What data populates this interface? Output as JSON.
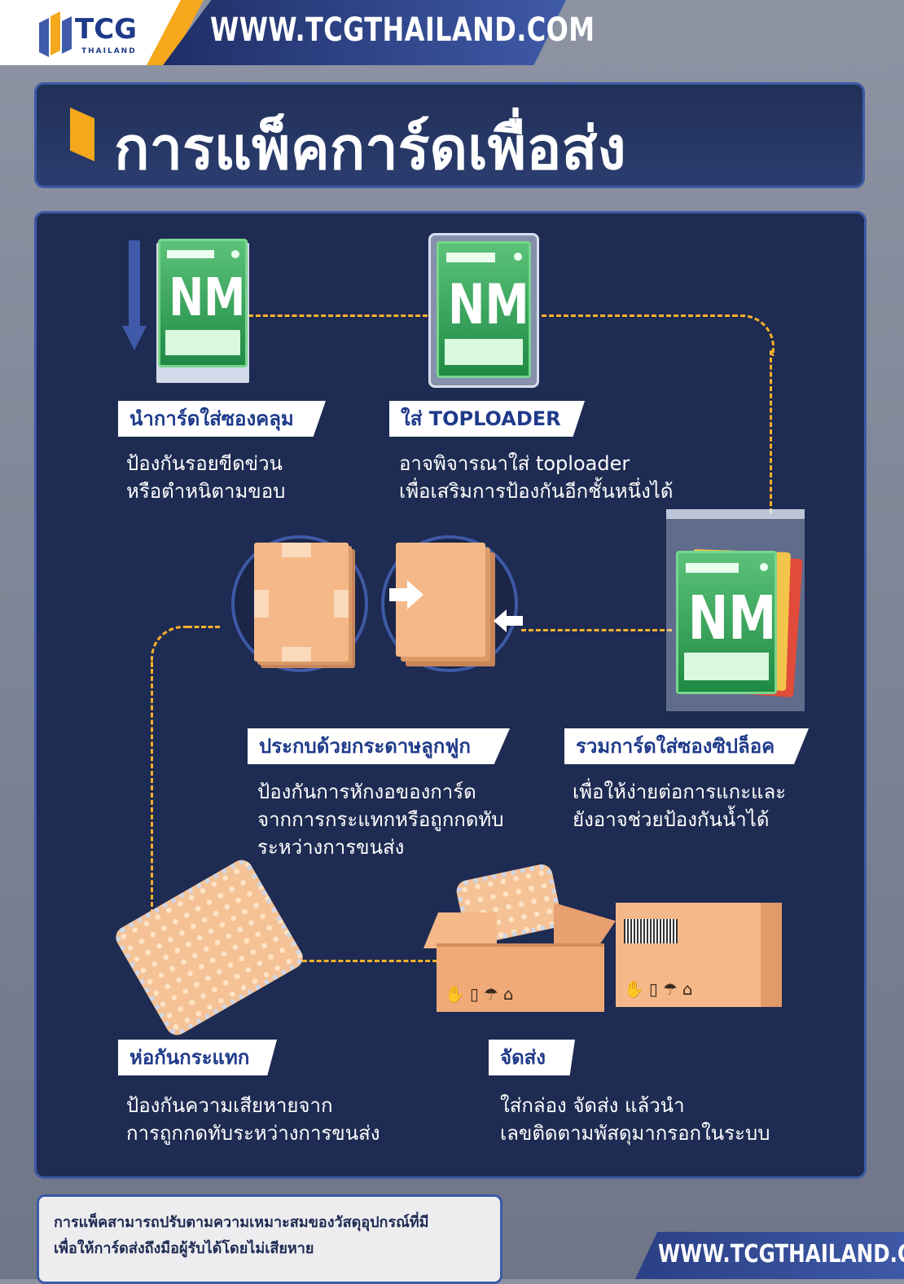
{
  "header": {
    "logo": "TCG",
    "logo_sub": "THAILAND",
    "url": "WWW.TCGTHAILAND.COM"
  },
  "title": "การแพ็คการ์ดเพื่อส่ง",
  "card_text": "NM",
  "steps": [
    {
      "label": "นำการ์ดใส่ซองคลุม",
      "lines": [
        "ป้องกันรอยขีดข่วน",
        "หรือตำหนิตามขอบ"
      ]
    },
    {
      "label": "ใส่ TOPLOADER",
      "lines": [
        "อาจพิจารณาใส่ toploader",
        "เพื่อเสริมการป้องกันอีกชั้นหนึ่งได้"
      ]
    },
    {
      "label": "ประกบด้วยกระดาษลูกฟูก",
      "lines": [
        "ป้องกันการหักงอของการ์ด",
        "จากการกระแทกหรือถูกกดทับ",
        "ระหว่างการขนส่ง"
      ]
    },
    {
      "label": "รวมการ์ดใส่ซองซิปล็อค",
      "lines": [
        "เพื่อให้ง่ายต่อการแกะและ",
        "ยังอาจช่วยป้องกันน้ำได้"
      ]
    },
    {
      "label": "ห่อกันกระแทก",
      "lines": [
        "ป้องกันความเสียหายจาก",
        "การถูกกดทับระหว่างการขนส่ง"
      ]
    },
    {
      "label": "จัดส่ง",
      "lines": [
        "ใส่กล่อง จัดส่ง แล้วนำ",
        "เลขติดตามพัสดุมากรอกในระบบ"
      ]
    }
  ],
  "footer": {
    "note_lines": [
      "การแพ็คสามารถปรับตามความเหมาะสมของวัสดุอุปกรณ์ที่มี",
      "เพื่อให้การ์ดส่งถึงมือผู้รับได้โดยไม่เสียหาย"
    ],
    "url": "WWW.TCGTHAILAND.COM"
  },
  "colors": {
    "accent": "#f5a81c",
    "navy": "#1e2b52",
    "blue": "#3d5aa6",
    "card_green": "#2e9e55"
  }
}
